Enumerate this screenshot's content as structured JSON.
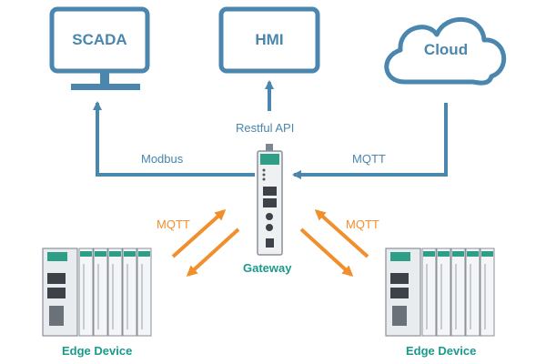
{
  "nodes": {
    "scada": "SCADA",
    "hmi": "HMI",
    "cloud": "Cloud",
    "gateway": "Gateway",
    "edge_left": "Edge Device",
    "edge_right": "Edge Device"
  },
  "connections": {
    "restful_api": "Restful API",
    "modbus": "Modbus",
    "mqtt_cloud": "MQTT",
    "mqtt_left": "MQTT",
    "mqtt_right": "MQTT"
  },
  "colors": {
    "blue": "#4a86ad",
    "orange": "#f08f2b",
    "teal": "#1a9a8a"
  }
}
